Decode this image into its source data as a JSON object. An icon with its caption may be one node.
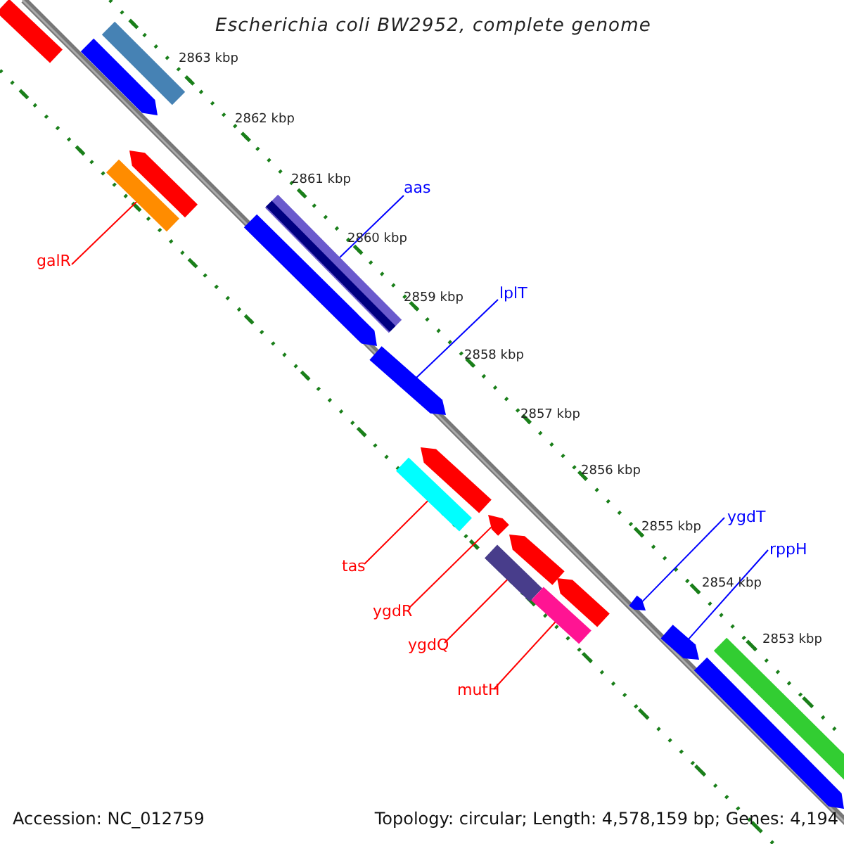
{
  "diagram": {
    "title": "Escherichia coli BW2952, complete genome",
    "nodes": [
      {
        "text": [
          "galR"
        ]
      },
      {
        "text": [
          "aas"
        ]
      },
      {
        "text": [
          "lplT"
        ]
      },
      {
        "text": [
          "tas"
        ]
      },
      {
        "text": [
          "ygdR"
        ]
      },
      {
        "text": [
          "ygdQ"
        ]
      },
      {
        "text": [
          "mutH"
        ]
      },
      {
        "text": [
          "ygdT"
        ]
      },
      {
        "text": [
          "rppH"
        ]
      },
      {
        "text": [],
        "shape": "bar"
      },
      {
        "text": [],
        "shape": "bar"
      },
      {
        "text": [],
        "shape": "bar"
      },
      {
        "text": [],
        "shape": "bar"
      },
      {
        "text": [],
        "shape": "bar"
      },
      {
        "text": [],
        "shape": "bar"
      },
      {
        "text": [],
        "shape": "bar"
      },
      {
        "text": [],
        "shape": "bar"
      },
      {
        "text": [],
        "shape": "bar"
      },
      {
        "text": [],
        "shape": "bar"
      },
      {
        "text": [],
        "shape": "bar"
      },
      {
        "text": [],
        "shape": "bar"
      }
    ],
    "edges": [
      {
        "from": 0,
        "to": 9,
        "arrow": "none"
      },
      {
        "from": 1,
        "to": 10,
        "arrow": "none",
        "color": "#0000ff"
      },
      {
        "from": 2,
        "to": 11,
        "arrow": "none",
        "color": "#0000ff"
      },
      {
        "from": 3,
        "to": 12,
        "arrow": "none"
      },
      {
        "from": 4,
        "to": 13,
        "arrow": "none"
      },
      {
        "from": 5,
        "to": 14,
        "arrow": "none"
      },
      {
        "from": 6,
        "to": 15,
        "arrow": "none"
      },
      {
        "from": 7,
        "to": 16,
        "arrow": "none",
        "color": "#0000ff"
      },
      {
        "from": 8,
        "to": 17,
        "arrow": "none",
        "color": "#0000ff"
      }
    ],
    "labels": [
      "2863 kbp",
      "2862 kbp",
      "2861 kbp",
      "2860 kbp",
      "2859 kbp",
      "2858 kbp",
      "2857 kbp",
      "2856 kbp",
      "2855 kbp",
      "2854 kbp",
      "2853 kbp",
      "Accession: NC_012759",
      "Topology: circular; Length: 4,578,159 bp; Genes: 4,194"
    ]
  }
}
